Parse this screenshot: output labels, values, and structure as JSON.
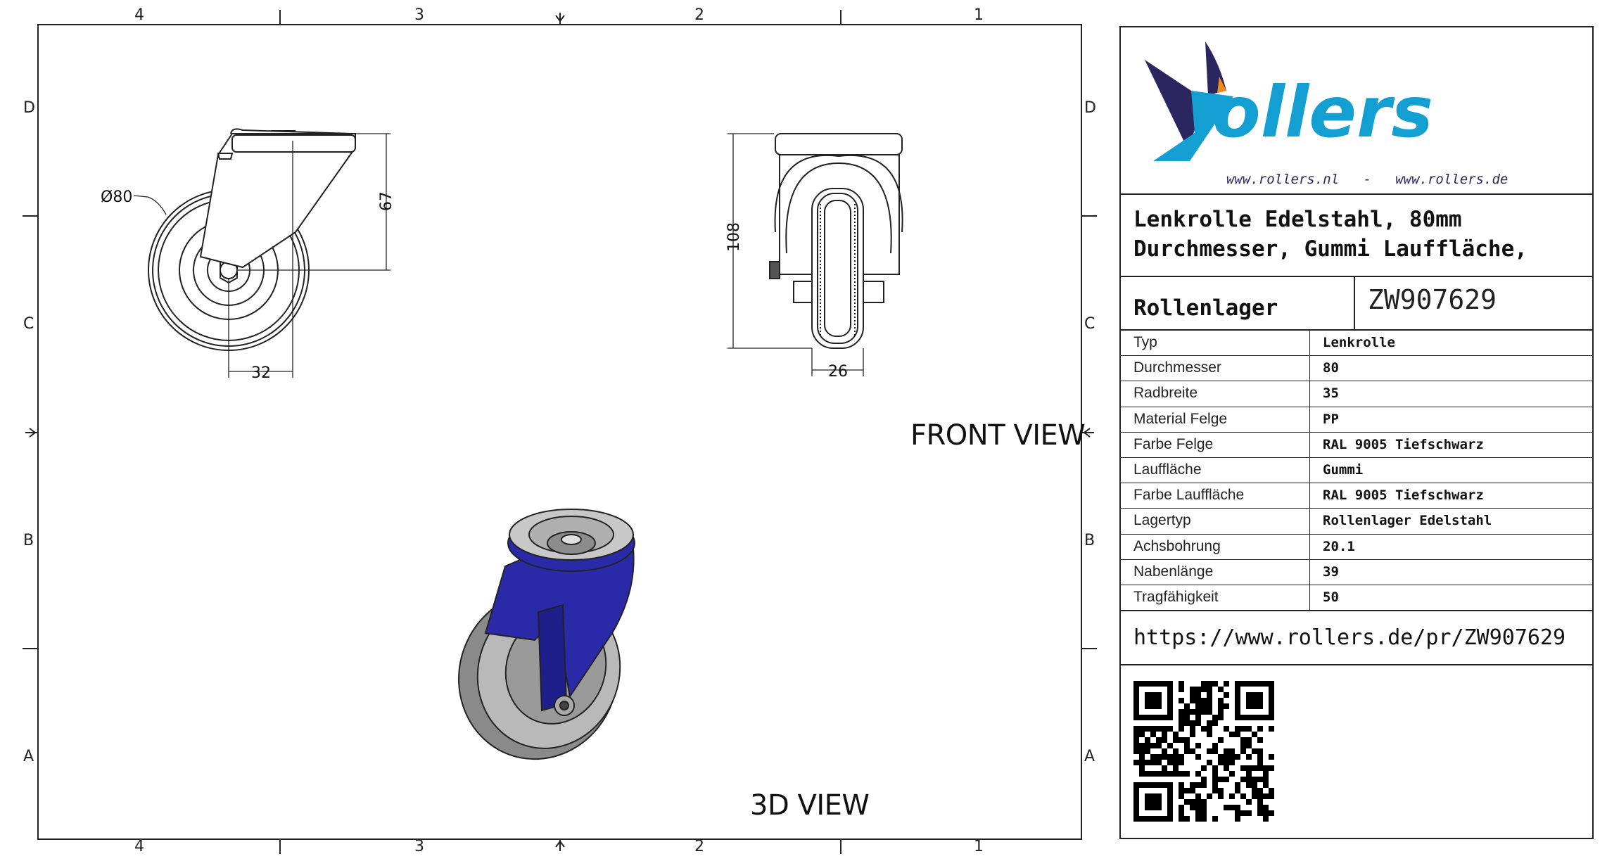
{
  "border_zones": {
    "columns": [
      "4",
      "3",
      "2",
      "1"
    ],
    "rows": [
      "D",
      "C",
      "B",
      "A"
    ]
  },
  "views": {
    "front_view_label": "FRONT VIEW",
    "iso_view_label": "3D VIEW"
  },
  "dimensions": {
    "side_diameter": "Ø80",
    "side_height": "67",
    "side_offset": "32",
    "front_height": "108",
    "front_width": "26"
  },
  "logo": {
    "brand": "rollers",
    "urls": "www.rollers.nl   -   www.rollers.de",
    "colors": {
      "primary": "#139fd2",
      "dark": "#2b2560",
      "accent": "#f08a1c"
    }
  },
  "title_block": {
    "title_line1": "Lenkrolle Edelstahl, 80mm",
    "title_line2": "Durchmesser, Gummi Lauffläche,",
    "title_line3": "Rollenlager",
    "part_number": "ZW907629",
    "properties": [
      {
        "label": "Typ",
        "value": "Lenkrolle"
      },
      {
        "label": "Durchmesser",
        "value": "80"
      },
      {
        "label": "Radbreite",
        "value": "35"
      },
      {
        "label": "Material Felge",
        "value": "PP"
      },
      {
        "label": "Farbe Felge",
        "value": "RAL 9005 Tiefschwarz"
      },
      {
        "label": "Lauffläche",
        "value": "Gummi"
      },
      {
        "label": "Farbe Lauffläche",
        "value": "RAL 9005 Tiefschwarz"
      },
      {
        "label": "Lagertyp",
        "value": "Rollenlager Edelstahl"
      },
      {
        "label": "Achsbohrung",
        "value": "20.1"
      },
      {
        "label": "Nabenlänge",
        "value": "39"
      },
      {
        "label": "Tragfähigkeit",
        "value": "50"
      }
    ],
    "url": "https://www.rollers.de/pr/ZW907629"
  }
}
